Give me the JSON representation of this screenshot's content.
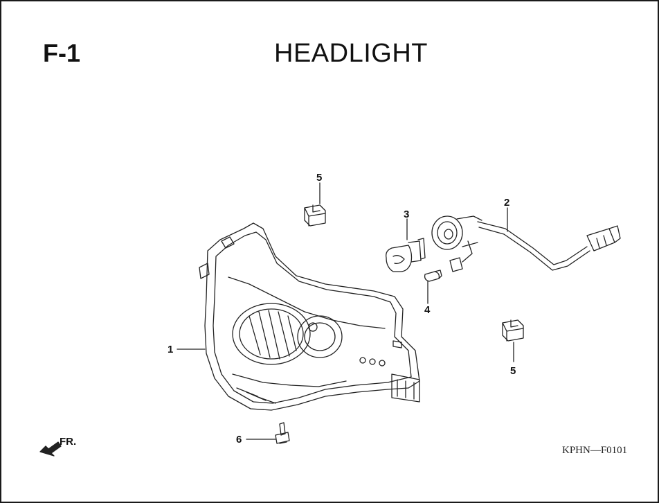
{
  "section_code": "F-1",
  "title": "HEADLIGHT",
  "drawing_code": "KPHN—F0101",
  "front_indicator": "FR.",
  "callouts": {
    "c1": "1",
    "c2": "2",
    "c3": "3",
    "c4": "4",
    "c5a": "5",
    "c5b": "5",
    "c6": "6"
  }
}
